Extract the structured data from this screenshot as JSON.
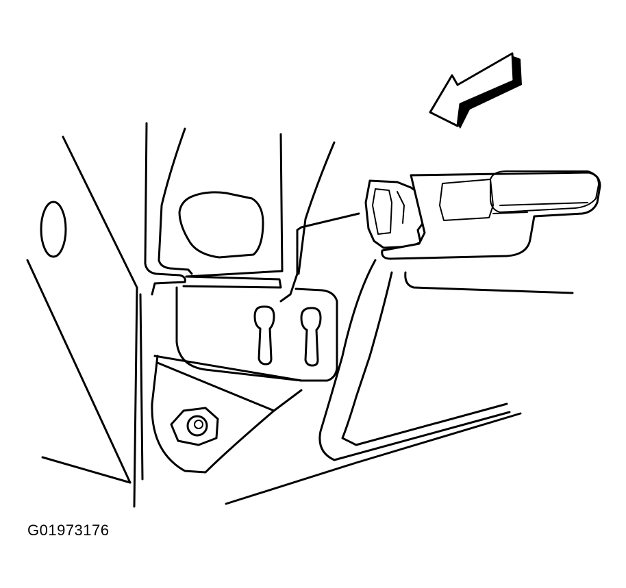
{
  "figure": {
    "id_label": "G01973176",
    "line_color": "#000000",
    "background_color": "#ffffff",
    "parts": [
      "direction-arrow",
      "bracket",
      "connector",
      "module",
      "nut",
      "keyhole-slot",
      "oval-hole",
      "body-panel"
    ]
  }
}
